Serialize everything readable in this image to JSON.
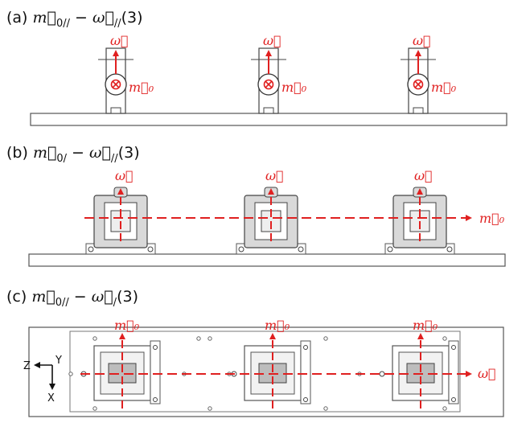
{
  "panels": [
    {
      "label": "(a) m⃗₀/ / − ω⃗/ /(3)",
      "prefix": "(a) ",
      "m_sub": "0//",
      "w_sub": "//",
      "suffix": "(3)",
      "vertical_arrow": "ω⃗",
      "side_label": "m⃗₀"
    },
    {
      "label": "(b) m⃗₀/ − ω⃗/ /(3)",
      "prefix": "(b) ",
      "m_sub": "0/",
      "w_sub": "//",
      "suffix": "(3)",
      "vertical_arrow": "ω⃗",
      "horizontal_arrow": "m⃗₀"
    },
    {
      "label": "(c) m⃗₀/ / − ω⃗/(3)",
      "prefix": "(c) ",
      "m_sub": "0//",
      "w_sub": "/",
      "suffix": "(3)",
      "vertical_arrow": "m⃗₀",
      "horizontal_arrow": "ω⃗"
    }
  ],
  "axes": {
    "z": "Z",
    "y": "Y",
    "x": "X"
  },
  "colors": {
    "vector": "#e02020",
    "line": "#333333",
    "fill": "#d9d9d9"
  }
}
